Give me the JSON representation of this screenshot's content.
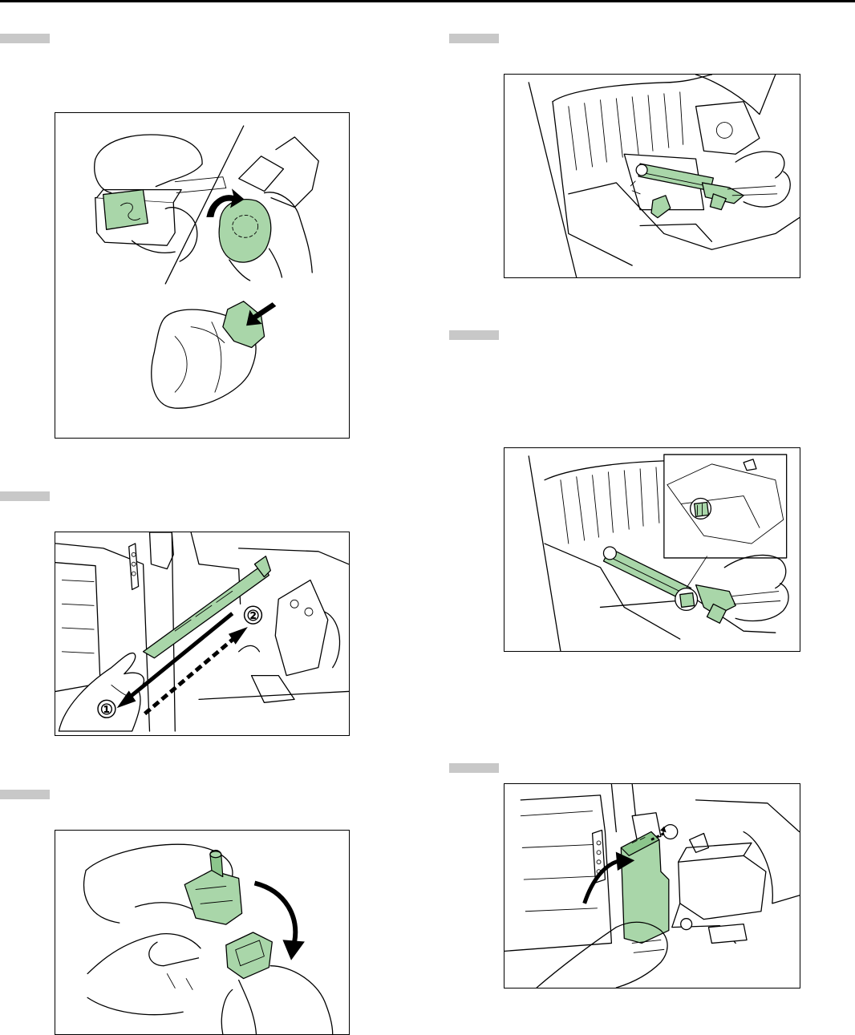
{
  "page": {
    "accent_green": "#a9d6a9",
    "step_marker_gray": "#c8c8c8"
  },
  "figures": [
    {
      "id": "fig-waste-toner-cap",
      "icon": "waste-toner-box-cap-illustration"
    },
    {
      "id": "fig-cleaning-rod",
      "icon": "cleaning-rod-slide-illustration",
      "labels": [
        "①",
        "②"
      ]
    },
    {
      "id": "fig-cleaner-cap",
      "icon": "cleaner-cap-removal-illustration"
    },
    {
      "id": "fig-charger-cleaner-install",
      "icon": "charger-cleaner-install-illustration"
    },
    {
      "id": "fig-charger-cleaner-check",
      "icon": "charger-cleaner-detail-illustration"
    },
    {
      "id": "fig-toner-box-install",
      "icon": "waste-toner-box-install-illustration"
    }
  ]
}
